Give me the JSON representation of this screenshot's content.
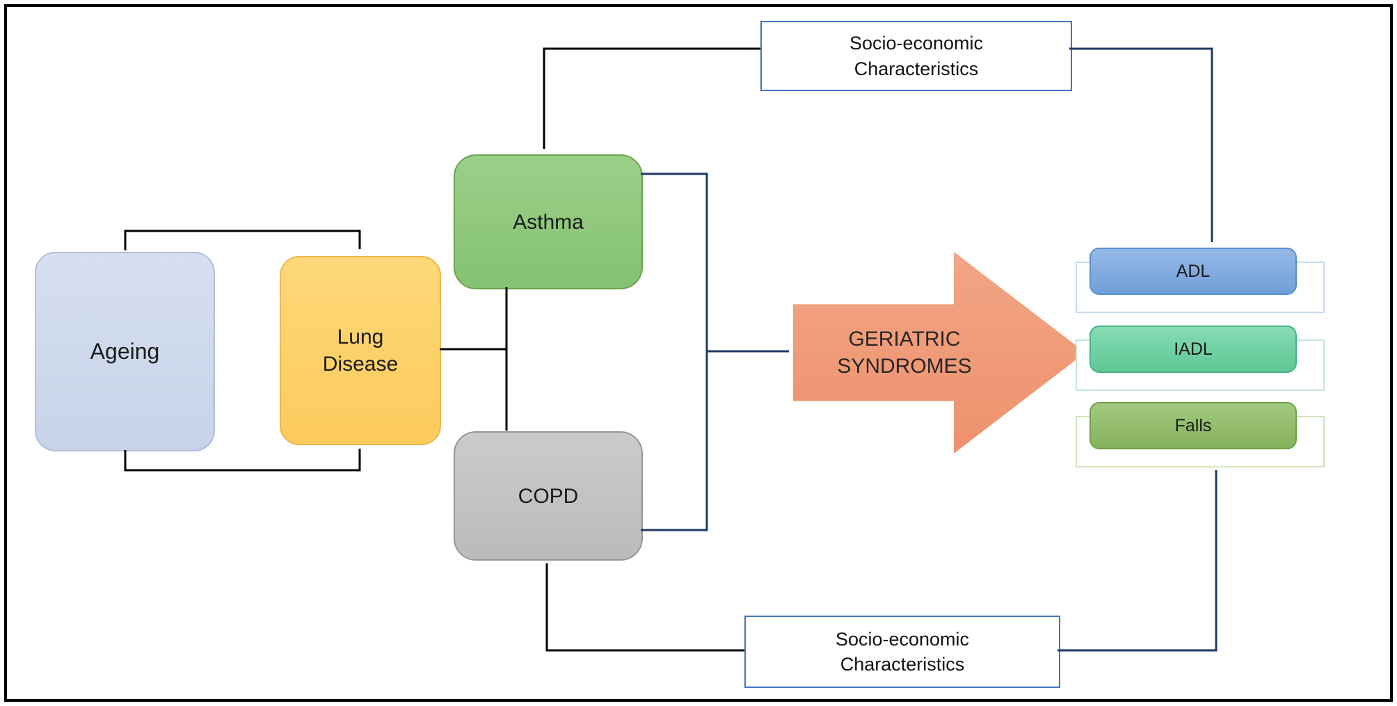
{
  "nodes": {
    "ageing": {
      "label": "Ageing",
      "fill": "#cdd8eb"
    },
    "lung_disease": {
      "label": "Lung Disease",
      "fill": "#fdd06a"
    },
    "asthma": {
      "label": "Asthma",
      "fill": "#8fc87c"
    },
    "copd": {
      "label": "COPD",
      "fill": "#c3c3c3"
    },
    "geriatric_syndromes": {
      "label": "GERIATRIC SYNDROMES",
      "fill": "#f09b78"
    }
  },
  "outcomes": [
    {
      "label": "ADL",
      "fill": "#7aa9de"
    },
    {
      "label": "IADL",
      "fill": "#6fd0a2"
    },
    {
      "label": "Falls",
      "fill": "#93bd6c"
    }
  ],
  "moderators": {
    "top": {
      "label": "Socio-economic Characteristics"
    },
    "bottom": {
      "label": "Socio-economic Characteristics"
    }
  },
  "colors": {
    "connector_black": "#000000",
    "connector_navy": "#1f3864",
    "moderator_border": "#4472c4",
    "frame_border": "#000000"
  }
}
